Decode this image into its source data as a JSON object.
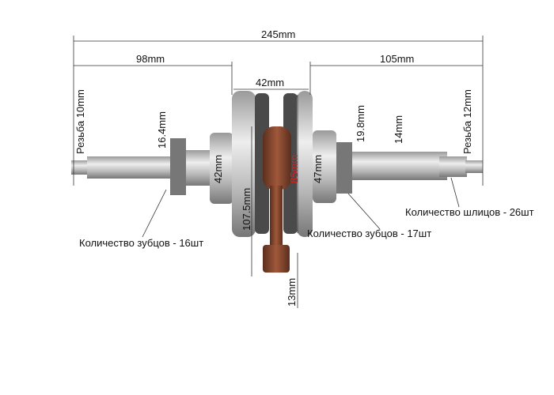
{
  "dimensions": {
    "total_length": "245mm",
    "left_length": "98mm",
    "right_length": "105mm",
    "flywheel_width": "42mm",
    "left_thread": "Резьба 10mm",
    "left_gear_diameter": "16.4mm",
    "left_bearing": "42mm",
    "flywheel_diameter": "107.5mm",
    "rod_length": "85mm",
    "right_bearing": "47mm",
    "right_gear_diameter": "19.8mm",
    "right_shaft_diameter": "14mm",
    "right_thread": "Резьба 12mm",
    "rod_end": "13mm"
  },
  "notes": {
    "left_teeth": "Количество зубцов - 16шт",
    "right_teeth": "Количество зубцов - 17шт",
    "splines": "Количество шлицов - 26шт"
  },
  "colors": {
    "metal": "#c9c9c9",
    "rod": "#8a4a30",
    "accent_red": "#e01b1b"
  }
}
